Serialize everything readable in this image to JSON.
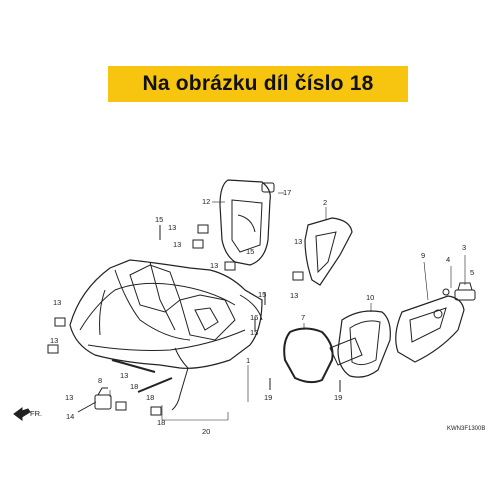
{
  "banner": {
    "text": "Na obrázku díl číslo 18",
    "color": "#f7c50f"
  },
  "diagram_code": "KWN3F1300B",
  "direction_label": "FR.",
  "callouts": [
    "1",
    "2",
    "3",
    "4",
    "5",
    "7",
    "8",
    "9",
    "10",
    "11",
    "12",
    "13",
    "14",
    "15",
    "16",
    "17",
    "18",
    "19",
    "20"
  ]
}
